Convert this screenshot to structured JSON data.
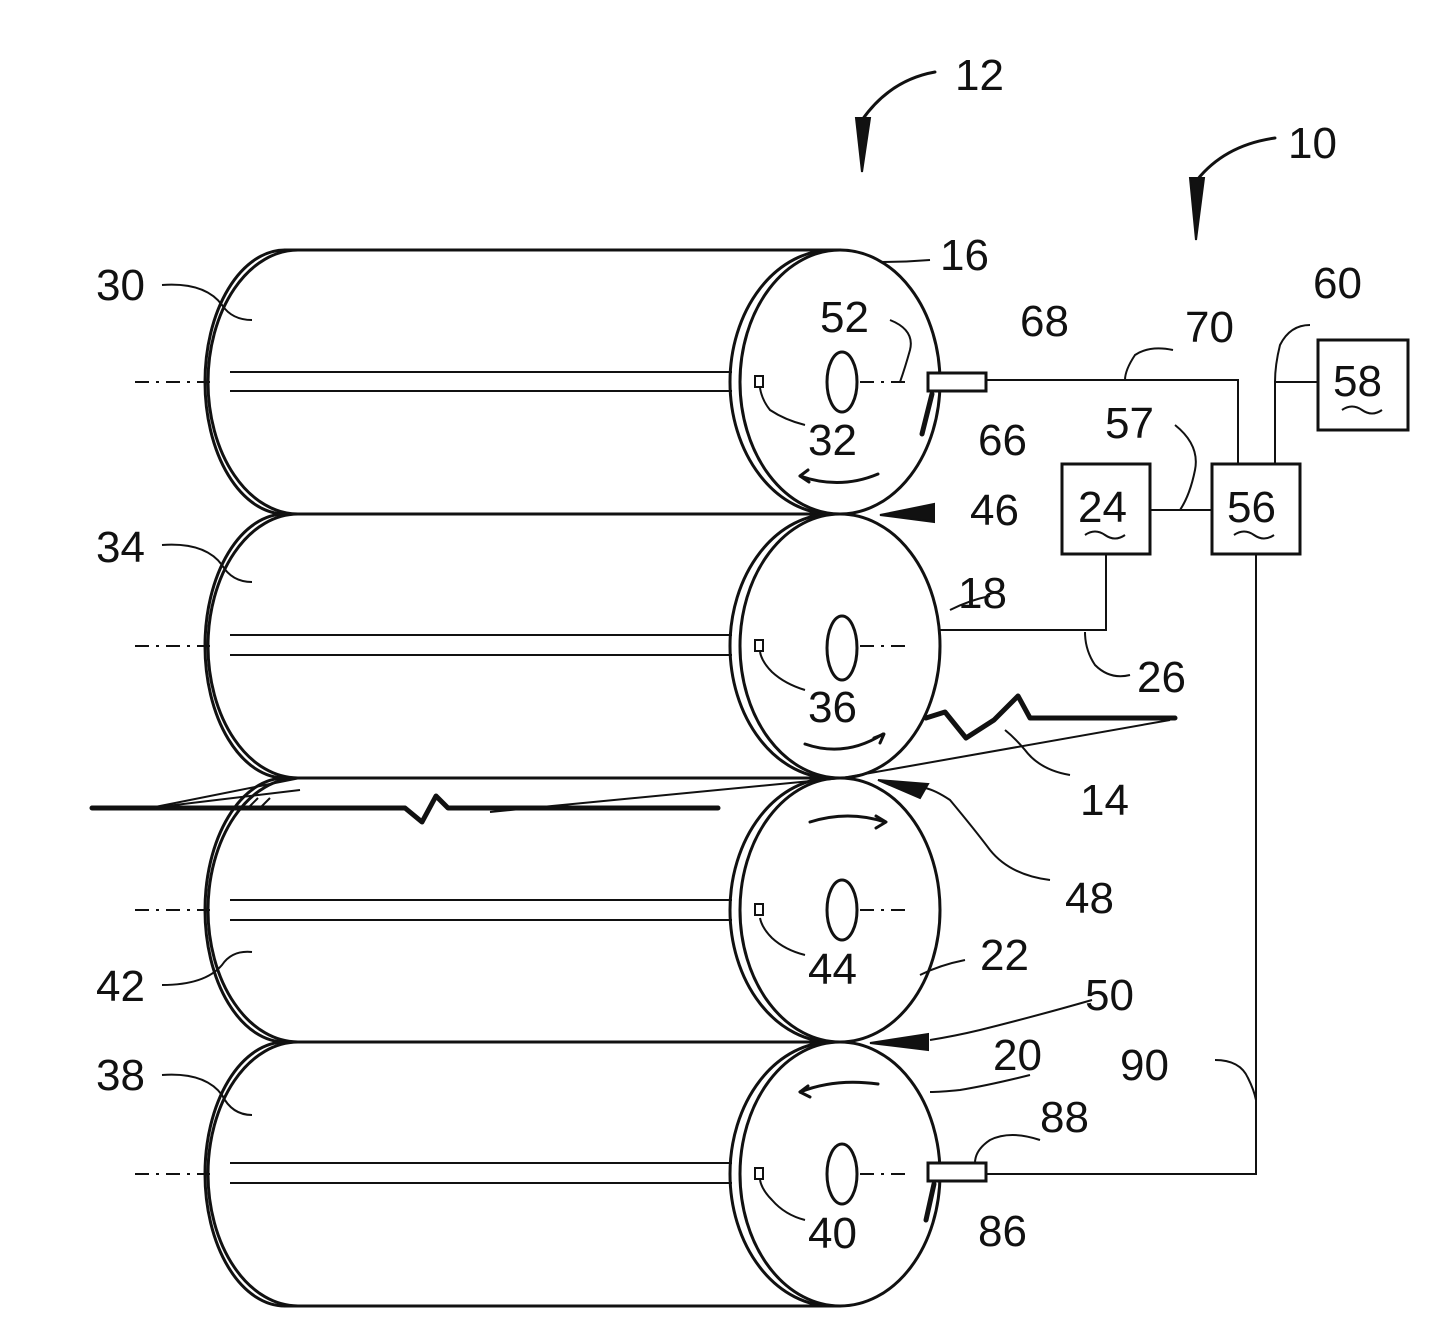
{
  "labels": {
    "assembly_12": "12",
    "system_10": "10",
    "roll_16": "16",
    "roll_18": "18",
    "roll_20": "20",
    "roll_22": "22",
    "web_14": "14",
    "ref_30": "30",
    "ref_34": "34",
    "ref_42": "42",
    "ref_38": "38",
    "ref_32": "32",
    "ref_36": "36",
    "ref_44": "44",
    "ref_40": "40",
    "ref_52": "52",
    "ref_68": "68",
    "ref_66": "66",
    "ref_70": "70",
    "ref_60": "60",
    "ref_57": "57",
    "ref_46": "46",
    "ref_48": "48",
    "ref_50": "50",
    "ref_26": "26",
    "ref_90": "90",
    "ref_88": "88",
    "ref_86": "86",
    "box_24": "24",
    "box_56": "56",
    "box_58": "58"
  }
}
